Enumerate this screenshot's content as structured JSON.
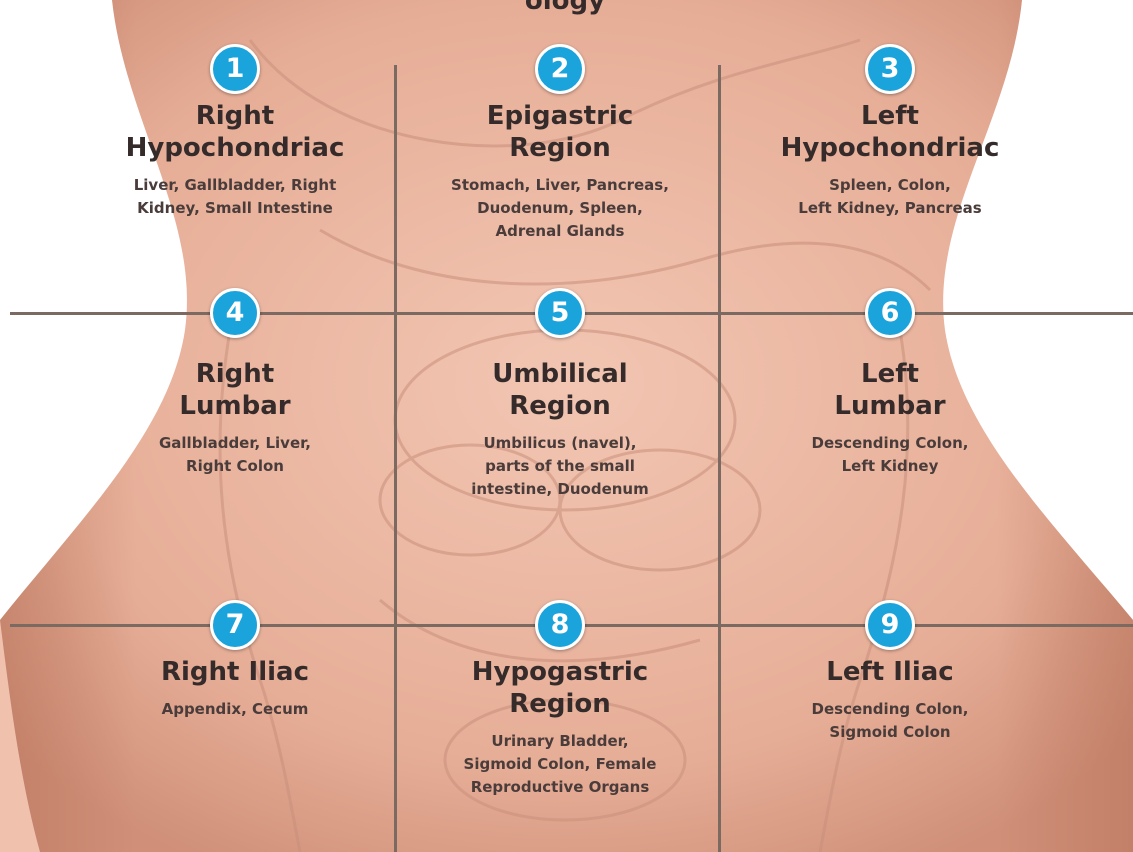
{
  "header": {
    "partial_title": "ology"
  },
  "colors": {
    "badge": "#1ba3dc",
    "skin": "#e9b39e",
    "divider": "#7a6a62"
  },
  "regions": [
    {
      "number": "1",
      "name": "Right\nHypochondriac",
      "organs": "Liver, Gallbladder, Right\nKidney, Small Intestine"
    },
    {
      "number": "2",
      "name": "Epigastric\nRegion",
      "organs": "Stomach, Liver, Pancreas,\nDuodenum, Spleen,\nAdrenal Glands"
    },
    {
      "number": "3",
      "name": "Left\nHypochondriac",
      "organs": "Spleen, Colon,\nLeft Kidney, Pancreas"
    },
    {
      "number": "4",
      "name": "Right\nLumbar",
      "organs": "Gallbladder, Liver,\nRight Colon"
    },
    {
      "number": "5",
      "name": "Umbilical\nRegion",
      "organs": "Umbilicus (navel),\nparts of the small\nintestine, Duodenum"
    },
    {
      "number": "6",
      "name": "Left\nLumbar",
      "organs": "Descending Colon,\nLeft Kidney"
    },
    {
      "number": "7",
      "name": "Right Iliac",
      "organs": "Appendix, Cecum"
    },
    {
      "number": "8",
      "name": "Hypogastric\nRegion",
      "organs": "Urinary Bladder,\nSigmoid Colon, Female\nReproductive Organs"
    },
    {
      "number": "9",
      "name": "Left Iliac",
      "organs": "Descending Colon,\nSigmoid Colon"
    }
  ]
}
